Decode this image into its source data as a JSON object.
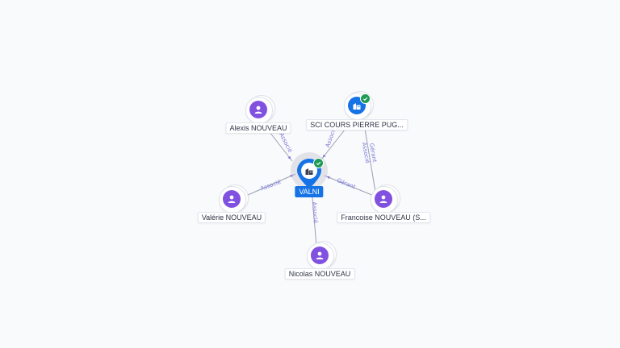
{
  "center": {
    "id": "valni",
    "name": "VALNI",
    "type": "company",
    "verified": true
  },
  "nodes": [
    {
      "id": "alexis",
      "name": "Alexis NOUVEAU",
      "type": "person",
      "verified": false
    },
    {
      "id": "sci",
      "name": "SCI COURS PIERRE PUG...",
      "type": "company",
      "verified": true
    },
    {
      "id": "valerie",
      "name": "Valérie NOUVEAU",
      "type": "person",
      "verified": false
    },
    {
      "id": "francoise",
      "name": "Francoise NOUVEAU (S...",
      "type": "person",
      "verified": false
    },
    {
      "id": "nicolas",
      "name": "Nicolas NOUVEAU",
      "type": "person",
      "verified": false
    }
  ],
  "edges": [
    {
      "from": "alexis",
      "to": "valni",
      "labels": [
        "Associé"
      ]
    },
    {
      "from": "sci",
      "to": "valni",
      "labels": [
        "Associé"
      ]
    },
    {
      "from": "valerie",
      "to": "valni",
      "labels": [
        "Associé"
      ]
    },
    {
      "from": "francoise",
      "to": "valni",
      "labels": [
        "Gérant"
      ]
    },
    {
      "from": "nicolas",
      "to": "valni",
      "labels": [
        "Associé"
      ]
    },
    {
      "from": "francoise",
      "to": "sci",
      "labels": [
        "Gérant",
        "Associé"
      ]
    }
  ],
  "icons": {
    "person": "person-icon",
    "company": "building-icon",
    "verified": "check-badge-icon"
  },
  "colors": {
    "person": "#8152e0",
    "company": "#1573e6",
    "edge_label": "#7b78d9",
    "verified": "#1e9b55"
  }
}
